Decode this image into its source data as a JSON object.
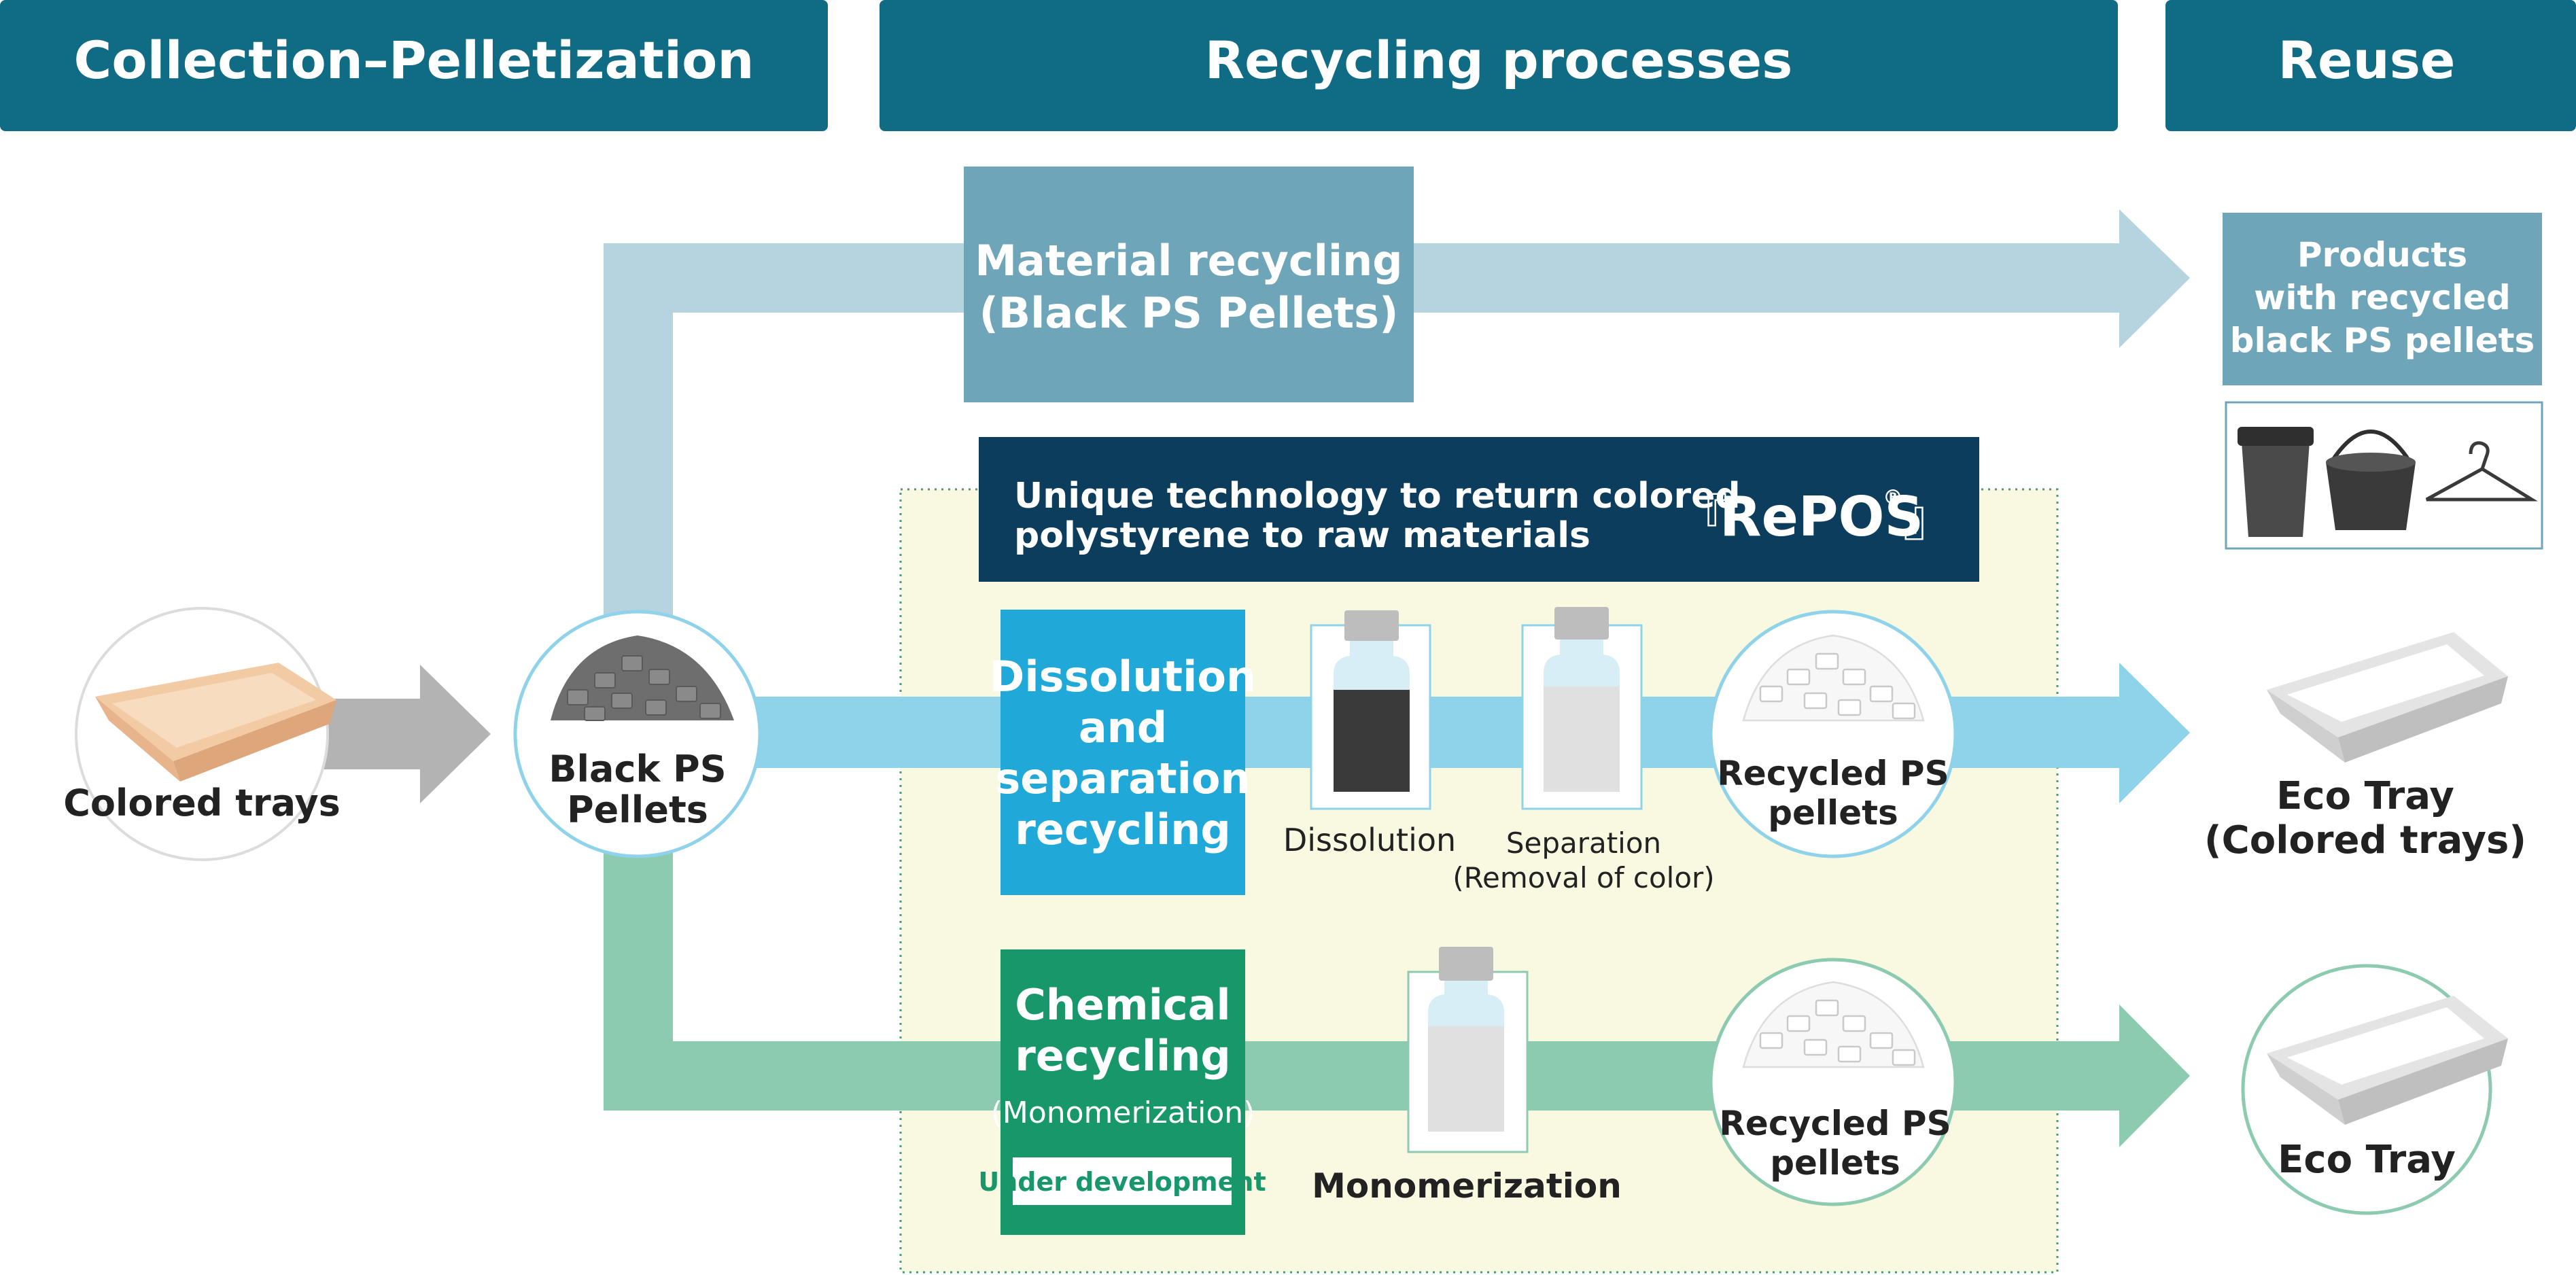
{
  "headers": {
    "collection": "Collection–Pelletization",
    "recycling": "Recycling processes",
    "reuse": "Reuse"
  },
  "inputs": {
    "colored_trays": "Colored trays",
    "black_pellets_line1": "Black PS",
    "black_pellets_line2": "Pellets"
  },
  "material": {
    "line1": "Material recycling",
    "line2": "(Black PS Pellets)"
  },
  "products": {
    "line1": "Products",
    "line2": "with recycled",
    "line3": "black PS pellets"
  },
  "repos": {
    "line1": "Unique technology to return colored",
    "line2": "polystyrene to raw materials",
    "brand_open": "『",
    "brand": "RePOS",
    "brand_mark": "®",
    "brand_close": "』"
  },
  "dissolution": {
    "line1": "Dissolution",
    "line2": "and",
    "line3": "separation",
    "line4": "recycling",
    "step1": "Dissolution",
    "step2_line1": "Separation",
    "step2_line2": "(Removal of color)",
    "output_line1": "Recycled PS",
    "output_line2": "pellets",
    "reuse_line1": "Eco Tray",
    "reuse_line2": "(Colored trays)"
  },
  "chemical": {
    "line1": "Chemical",
    "line2": "recycling",
    "line3": "(Monomerization)",
    "badge": "Under development",
    "step": "Monomerization",
    "output_line1": "Recycled PS",
    "output_line2": "pellets",
    "reuse": "Eco Tray"
  },
  "colors": {
    "header_bg": "#0f6c84",
    "material_arrow": "#b6d4df",
    "material_box": "#6fa5b8",
    "blue_arrow": "#8fd3ea",
    "dissolution_box": "#1fa8d8",
    "green_arrow": "#8ccbb0",
    "chemical_box": "#17976a",
    "repos_banner": "#0d3d5c",
    "repos_area": "#f9f9e2",
    "gray_arrow": "#b3b3b3"
  }
}
